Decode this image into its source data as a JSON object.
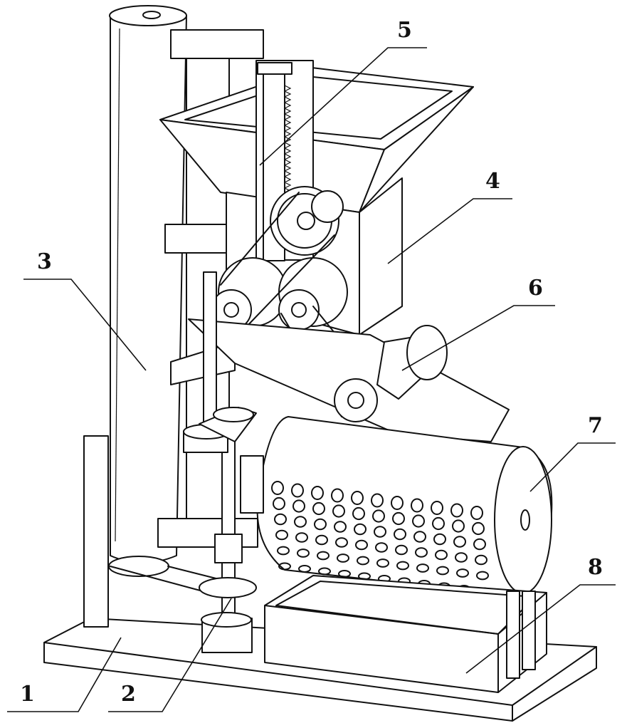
{
  "figure": {
    "labels": [
      {
        "id": "1",
        "text": "1"
      },
      {
        "id": "2",
        "text": "2"
      },
      {
        "id": "3",
        "text": "3"
      },
      {
        "id": "4",
        "text": "4"
      },
      {
        "id": "5",
        "text": "5"
      },
      {
        "id": "6",
        "text": "6"
      },
      {
        "id": "7",
        "text": "7"
      },
      {
        "id": "8",
        "text": "8"
      }
    ]
  },
  "colors": {
    "line": "#111111",
    "background": "#ffffff"
  }
}
